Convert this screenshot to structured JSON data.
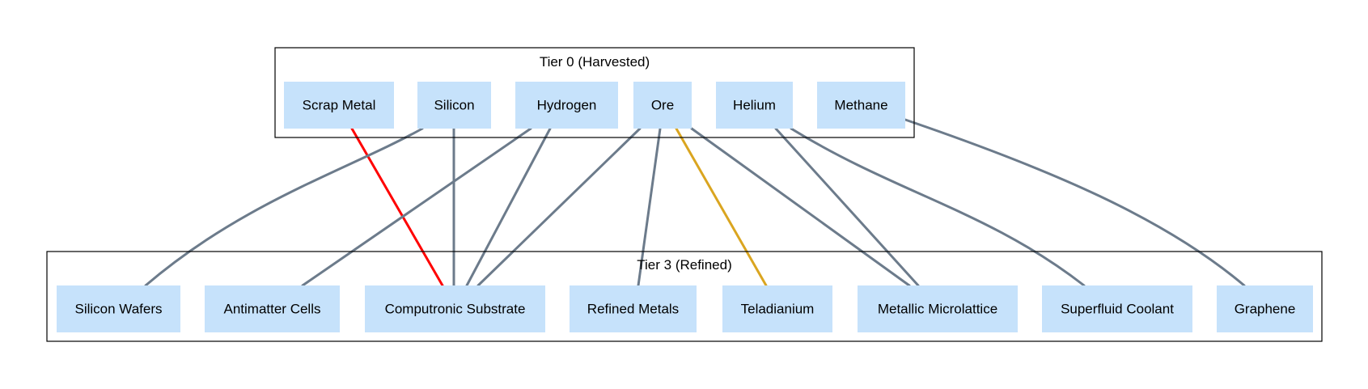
{
  "colors": {
    "node_fill": "#c6e2fb",
    "edge_default": "#6c7b8b",
    "edge_red": "#ff0000",
    "edge_gold": "#daa520",
    "cluster_border": "#000000"
  },
  "clusters": [
    {
      "id": "tier0",
      "label": "Tier 0 (Harvested)"
    },
    {
      "id": "tier3",
      "label": "Tier 3 (Refined)"
    }
  ],
  "nodes": {
    "tier0": [
      {
        "id": "scrap-metal",
        "label": "Scrap Metal"
      },
      {
        "id": "silicon",
        "label": "Silicon"
      },
      {
        "id": "hydrogen",
        "label": "Hydrogen"
      },
      {
        "id": "ore",
        "label": "Ore"
      },
      {
        "id": "helium",
        "label": "Helium"
      },
      {
        "id": "methane",
        "label": "Methane"
      }
    ],
    "tier3": [
      {
        "id": "silicon-wafers",
        "label": "Silicon Wafers"
      },
      {
        "id": "antimatter-cells",
        "label": "Antimatter Cells"
      },
      {
        "id": "computronic-substrate",
        "label": "Computronic Substrate"
      },
      {
        "id": "refined-metals",
        "label": "Refined Metals"
      },
      {
        "id": "teladianium",
        "label": "Teladianium"
      },
      {
        "id": "metallic-microlattice",
        "label": "Metallic Microlattice"
      },
      {
        "id": "superfluid-coolant",
        "label": "Superfluid Coolant"
      },
      {
        "id": "graphene",
        "label": "Graphene"
      }
    ]
  },
  "edges": [
    {
      "from": "scrap-metal",
      "to": "computronic-substrate",
      "color": "red"
    },
    {
      "from": "silicon",
      "to": "silicon-wafers",
      "color": "default"
    },
    {
      "from": "silicon",
      "to": "computronic-substrate",
      "color": "default"
    },
    {
      "from": "hydrogen",
      "to": "antimatter-cells",
      "color": "default"
    },
    {
      "from": "hydrogen",
      "to": "computronic-substrate",
      "color": "default"
    },
    {
      "from": "ore",
      "to": "computronic-substrate",
      "color": "default"
    },
    {
      "from": "ore",
      "to": "refined-metals",
      "color": "default"
    },
    {
      "from": "ore",
      "to": "teladianium",
      "color": "gold"
    },
    {
      "from": "ore",
      "to": "metallic-microlattice",
      "color": "default"
    },
    {
      "from": "helium",
      "to": "metallic-microlattice",
      "color": "default"
    },
    {
      "from": "helium",
      "to": "superfluid-coolant",
      "color": "default"
    },
    {
      "from": "methane",
      "to": "graphene",
      "color": "default"
    }
  ]
}
